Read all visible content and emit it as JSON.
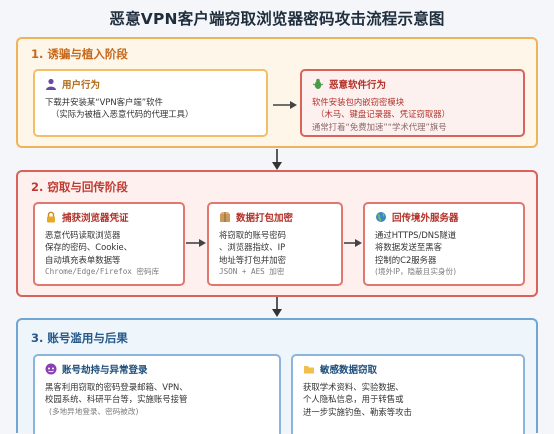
{
  "title": "恶意VPN客户端窃取浏览器密码攻击流程示意图",
  "stages": [
    {
      "label": "1. 诱骗与植入阶段",
      "cards": [
        {
          "icon": "person-icon",
          "title": "用户行为",
          "lines": [
            "下载并安装某“VPN客户端”软件",
            "（实际为被植入恶意代码的代理工具）"
          ]
        },
        {
          "icon": "bug-icon",
          "title": "恶意软件行为",
          "lines": [
            "软件安装包内嵌窃密模块",
            "（木马、键盘记录器、凭证窃取器）",
            "通常打着“免费加速”“学术代理”旗号"
          ]
        }
      ]
    },
    {
      "label": "2. 窃取与回传阶段",
      "cards": [
        {
          "icon": "lock-icon",
          "title": "捕获浏览器凭证",
          "lines": [
            "恶意代码读取浏览器",
            "保存的密码、Cookie、",
            "自动填充表单数据等"
          ],
          "note": "Chrome/Edge/Firefox 密码库"
        },
        {
          "icon": "package-icon",
          "title": "数据打包加密",
          "lines": [
            "将窃取的账号密码",
            "、浏览器指纹、IP",
            "地址等打包并加密"
          ],
          "note": "JSON + AES 加密"
        },
        {
          "icon": "globe-icon",
          "title": "回传境外服务器",
          "lines": [
            "通过HTTPS/DNS隧道",
            "将数据发送至黑客",
            "控制的C2服务器"
          ],
          "note": "(境外IP，隐蔽且实身份)"
        }
      ]
    },
    {
      "label": "3. 账号滥用与后果",
      "cards": [
        {
          "icon": "hacker-icon",
          "title": "账号劫持与异常登录",
          "lines": [
            "黑客利用窃取的密码登录邮箱、VPN、",
            "校园系统、科研平台等，实施账号接管"
          ],
          "note": "(多地异地登录、密码被改)"
        },
        {
          "icon": "folder-icon",
          "title": "敏感数据窃取",
          "lines": [
            "获取学术资料、实验数据、",
            "个人隐私信息，用于转售或",
            "进一步实施钓鱼、勒索等攻击"
          ]
        }
      ]
    }
  ],
  "colors": {
    "stage1": "#f0b35a",
    "stage2": "#d9625a",
    "stage3": "#6fa6d4"
  }
}
